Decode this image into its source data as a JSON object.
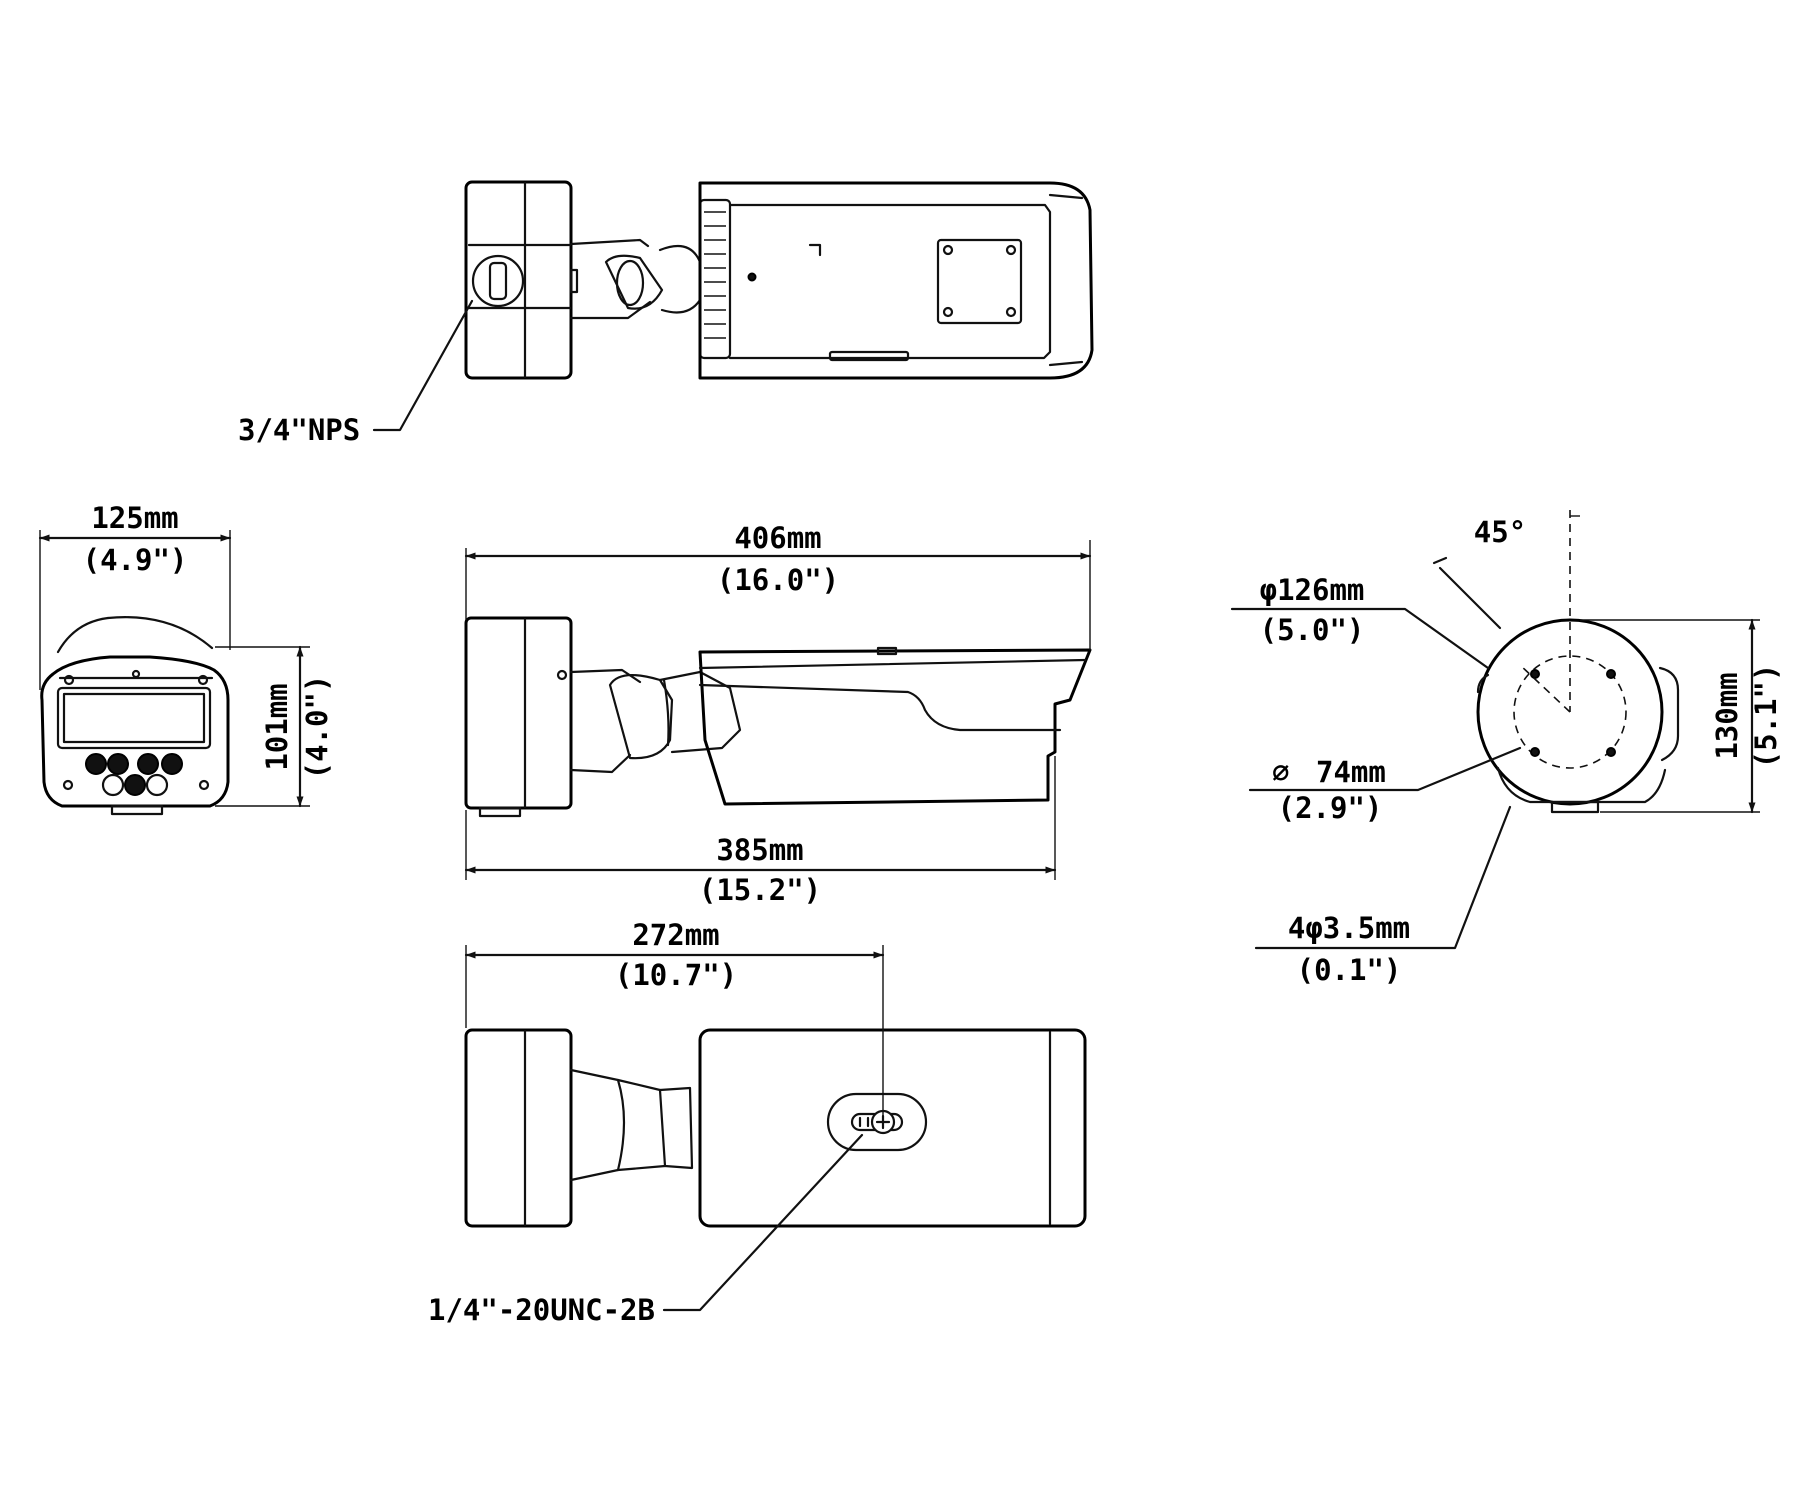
{
  "dimensions": {
    "top_width": {
      "metric": "125mm",
      "imperial": "(4.9\")"
    },
    "front_height": {
      "metric": "101mm",
      "imperial": "(4.0\")"
    },
    "total_length": {
      "metric": "406mm",
      "imperial": "(16.0\")"
    },
    "body_length": {
      "metric": "385mm",
      "imperial": "(15.2\")"
    },
    "mount_offset": {
      "metric": "272mm",
      "imperial": "(10.7\")"
    },
    "base_diameter": {
      "metric": "φ126mm",
      "imperial": "(5.0\")"
    },
    "bolt_circle": {
      "metric": "74mm",
      "imperial": "(2.9\")"
    },
    "hole_size": {
      "metric": "4φ3.5mm",
      "imperial": "(0.1\")"
    },
    "base_height": {
      "metric": "130mm",
      "imperial": "(5.1\")"
    },
    "angle": {
      "value": "45°"
    }
  },
  "callouts": {
    "conduit_thread": "3/4\"NPS",
    "tripod_thread": "1/4\"-20UNC-2B"
  },
  "symbols": {
    "diameter": "∅"
  }
}
